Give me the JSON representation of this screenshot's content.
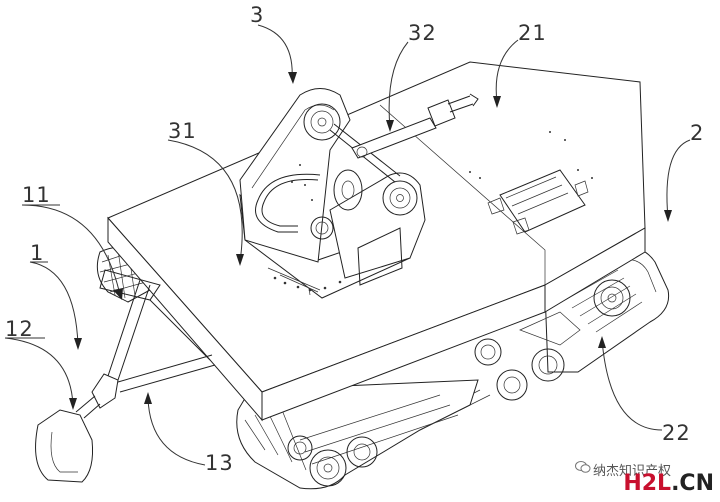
{
  "labels": {
    "l3": "3",
    "l32": "32",
    "l21": "21",
    "l31": "31",
    "l2": "2",
    "l11": "11",
    "l1": "1",
    "l12": "12",
    "l13": "13",
    "l22": "22"
  },
  "watermark": {
    "text": "纳杰知识产权",
    "brand_red": "H2L",
    "brand_dark": ".CN"
  },
  "colors": {
    "line": "#222222",
    "label": "#333333",
    "brand": "#c8102e"
  }
}
